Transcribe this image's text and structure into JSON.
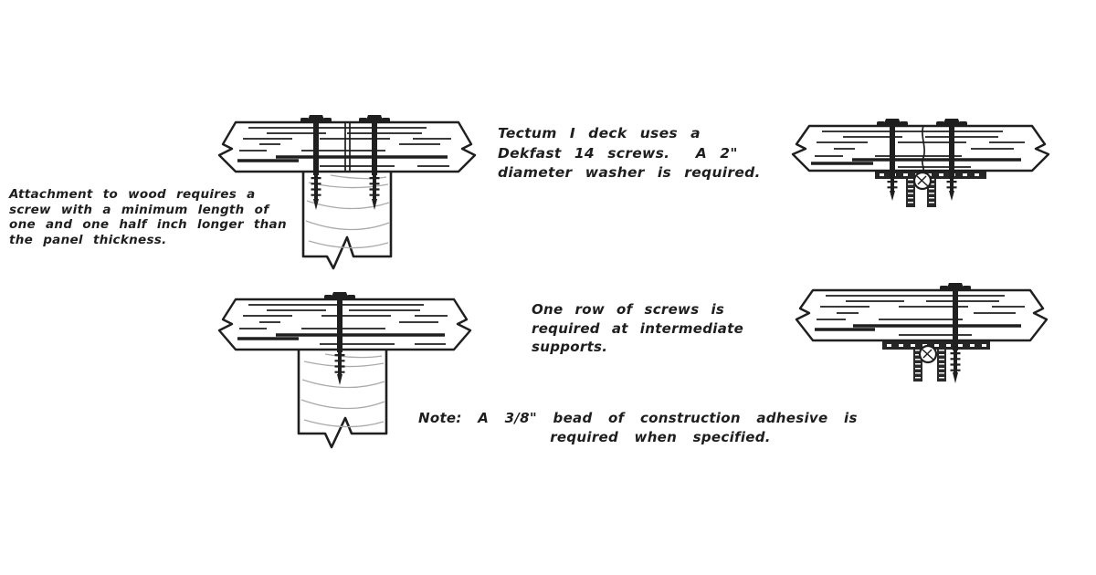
{
  "palette": {
    "background": "#ffffff",
    "ink": "#1f1f1f",
    "wood_grain": "#aaaaaa"
  },
  "annotations": {
    "wood_note": {
      "lines": [
        "Attachment to wood requires a",
        "screw with a minimum length of",
        "one and one half inch longer than",
        "the panel thickness."
      ]
    },
    "fastener_note": {
      "lines": [
        "Tectum I deck uses a",
        "Dekfast 14 screws.  A 2\"",
        "diameter washer is required."
      ]
    },
    "intermediate_note": {
      "lines": [
        "One row of screws is",
        "required at intermediate",
        "supports."
      ]
    },
    "adhesive_note": {
      "lines": [
        "Note: A 3/8\" bead of construction adhesive is",
        "required when specified."
      ]
    }
  }
}
